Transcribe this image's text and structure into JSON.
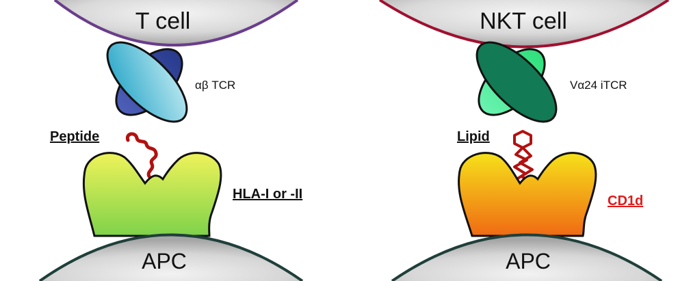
{
  "left_panel": {
    "top_cell": "T cell",
    "receptor": "αβ TCR",
    "ligand": "Peptide",
    "presenter": "HLA-I or -II",
    "bottom_cell": "APC"
  },
  "right_panel": {
    "top_cell": "NKT cell",
    "receptor": "Vα24 iTCR",
    "ligand": "Lipid",
    "presenter": "CD1d",
    "bottom_cell": "APC"
  },
  "colors": {
    "left_membrane": "#6a3d8c",
    "right_membrane": "#a01030",
    "apc_membrane": "#1f3f3a",
    "ligand": "#b31010",
    "presenter_highlight": "#e01b1b"
  }
}
